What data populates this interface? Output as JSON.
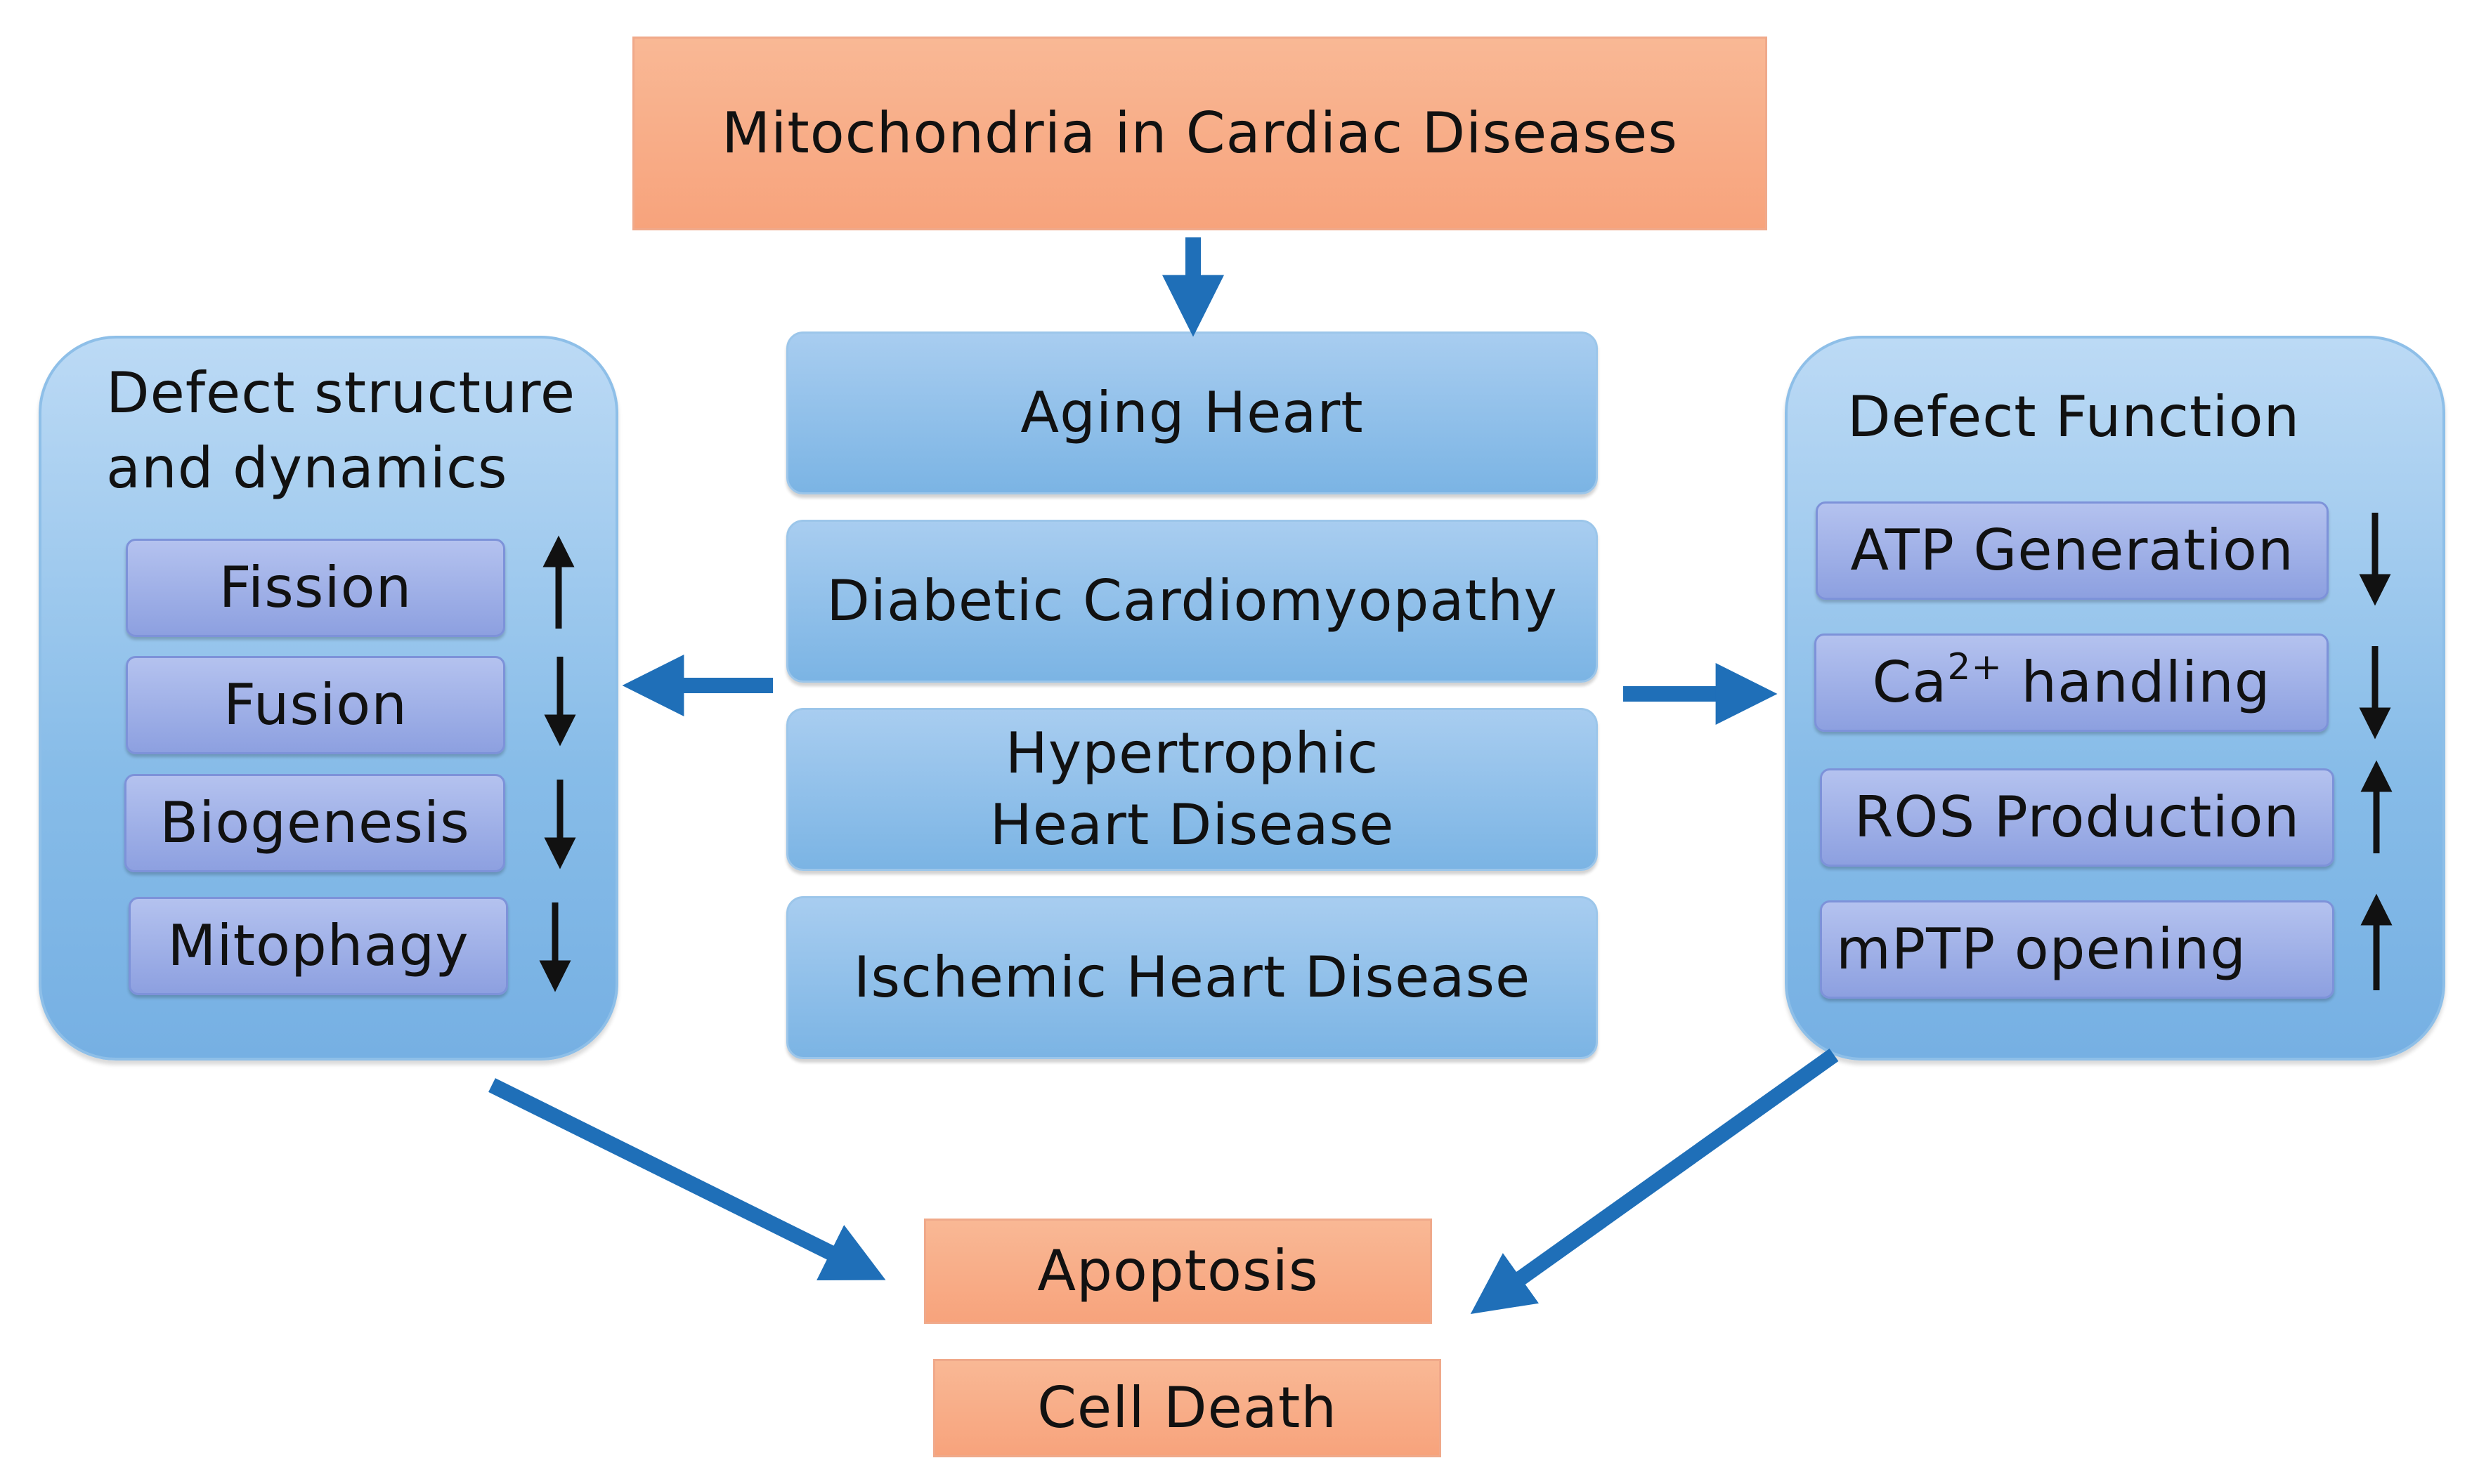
{
  "top": {
    "title": "Mitochondria in Cardiac Diseases"
  },
  "diseases": [
    "Aging Heart",
    "Diabetic Cardiomyopathy",
    "Hypertrophic Heart Disease",
    "Ischemic Heart Disease"
  ],
  "hypertrophic_lines": [
    "Hypertrophic",
    "Heart Disease"
  ],
  "left_panel": {
    "title_line1": "Defect structure",
    "title_line2": "and dynamics",
    "items": [
      {
        "label": "Fission",
        "direction": "up"
      },
      {
        "label": "Fusion",
        "direction": "down"
      },
      {
        "label": "Biogenesis",
        "direction": "down"
      },
      {
        "label": "Mitophagy",
        "direction": "down"
      }
    ]
  },
  "right_panel": {
    "title": "Defect Function",
    "items": [
      {
        "label": "ATP Generation",
        "direction": "down"
      },
      {
        "label_main": "Ca",
        "label_sup": "2+",
        "label_rest": " handling",
        "direction": "down"
      },
      {
        "label": "ROS Production",
        "direction": "up"
      },
      {
        "label": "mPTP opening",
        "direction": "up"
      }
    ]
  },
  "outcomes": {
    "apoptosis": "Apoptosis",
    "cell_death": "Cell Death"
  },
  "colors": {
    "arrow_blue": "#1f6fb8",
    "orange_box": "#f7a37c",
    "blue_box": "#8fc0ea",
    "item_purple": "#9aaae6"
  }
}
